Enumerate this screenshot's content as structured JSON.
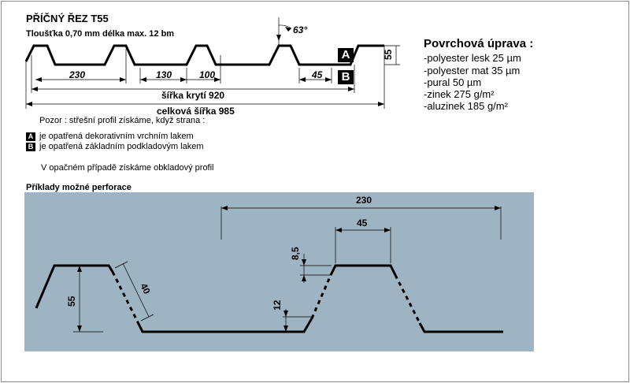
{
  "header": {
    "title": "PŘÍČNÝ ŘEZ T55",
    "subtitle": "Tloušťka 0,70 mm délka max. 12 bm"
  },
  "profile": {
    "dims": {
      "d230": "230",
      "d130": "130",
      "d100": "100",
      "d45": "45",
      "d55": "55",
      "angle": "63°",
      "cover_width": "šířka krytí 920",
      "total_width": "celková šířka 985"
    },
    "side_a": "A",
    "side_b": "B"
  },
  "treatment": {
    "heading": "Povrchová úprava :",
    "items": [
      "-polyester lesk 25 µm",
      "-polyester mat 35 µm",
      "-pural 50 µm",
      "-zinek 275 g/m²",
      "-aluzinek 185 g/m²"
    ]
  },
  "notes": {
    "note": "Pozor : střešní profil získáme, když strana :",
    "legend_a_box": "A",
    "legend_a": "je opatřená dekorativním vrchním lakem",
    "legend_b_box": "B",
    "legend_b": "je opatřená základním podkladovým lakem",
    "opposite": "V opačném případě získáme obkladový profil"
  },
  "perforation": {
    "heading": "Příklady možné perforace",
    "dims": {
      "d230": "230",
      "d45": "45",
      "d8_5": "8,5",
      "d55": "55",
      "d40": "40",
      "d12": "12"
    }
  }
}
